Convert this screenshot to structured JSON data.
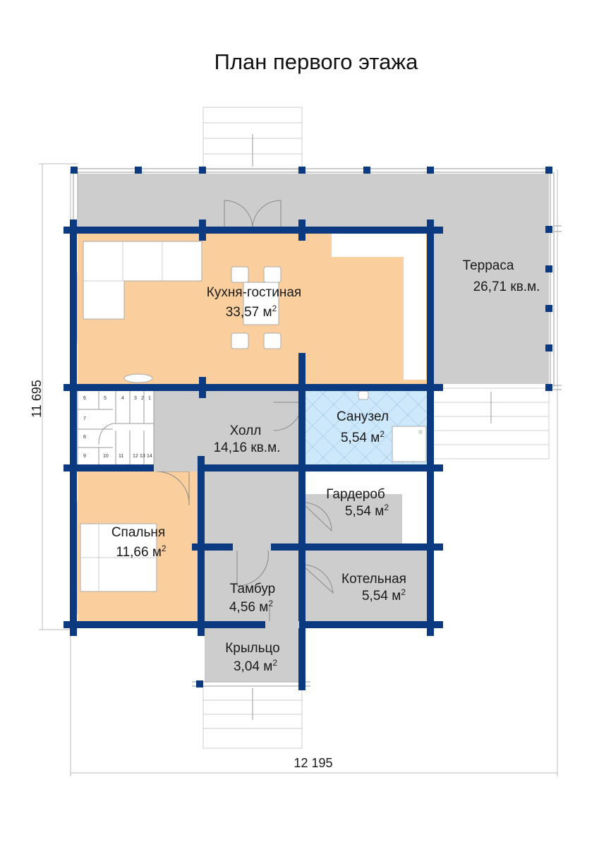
{
  "title": "План первого этажа",
  "colors": {
    "wall": "#0b3a80",
    "kitchen_floor": "#fbcf9d",
    "bedroom_floor": "#fbcf9d",
    "gray_floor": "#cdcdcd",
    "bathroom_floor": "#cde7fb"
  },
  "rooms": {
    "kitchen": {
      "name": "Кухня-гостиная",
      "area": "33,57 м",
      "sup": "2"
    },
    "terrace": {
      "name": "Терраса",
      "area": "26,71 кв.м."
    },
    "bathroom": {
      "name": "Санузел",
      "area": "5,54 м",
      "sup": "2"
    },
    "hall": {
      "name": "Холл",
      "area": "14,16 кв.м."
    },
    "wardrobe": {
      "name": "Гардероб",
      "area": "5,54 м",
      "sup": "2"
    },
    "bedroom": {
      "name": "Спальня",
      "area": "11,66 м",
      "sup": "2"
    },
    "vestibule": {
      "name": "Тамбур",
      "area": "4,56 м",
      "sup": "2"
    },
    "boiler": {
      "name": "Котельная",
      "area": "5,54 м",
      "sup": "2"
    },
    "porch": {
      "name": "Крыльцо",
      "area": "3,04 м",
      "sup": "2"
    }
  },
  "dimensions": {
    "width": "12 195",
    "height": "11 695"
  },
  "stairs": {
    "steps": [
      "1",
      "2",
      "3",
      "4",
      "5",
      "6",
      "7",
      "8",
      "9",
      "10",
      "11",
      "12",
      "13",
      "14"
    ]
  }
}
